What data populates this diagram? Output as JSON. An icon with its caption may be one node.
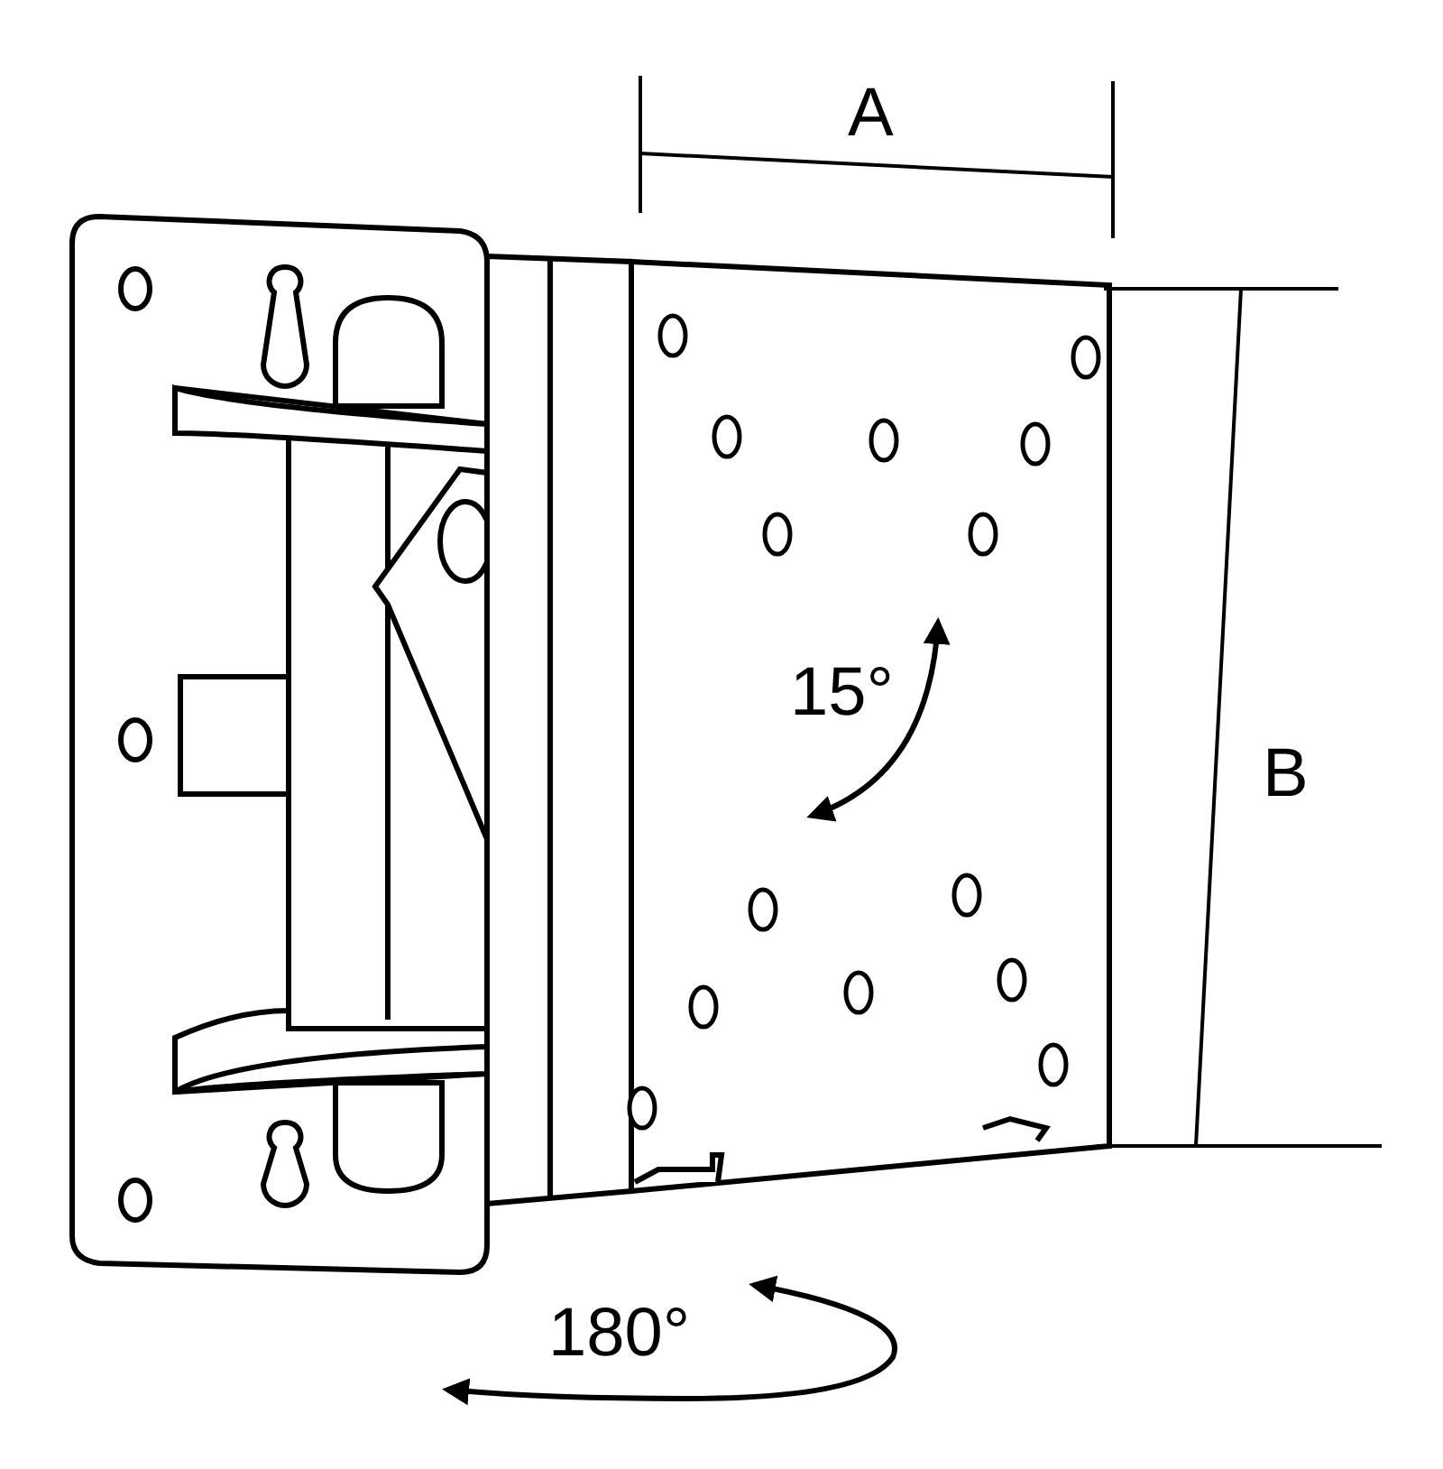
{
  "diagram": {
    "labels": [
      "A",
      "15°",
      "B",
      "180°"
    ]
  }
}
